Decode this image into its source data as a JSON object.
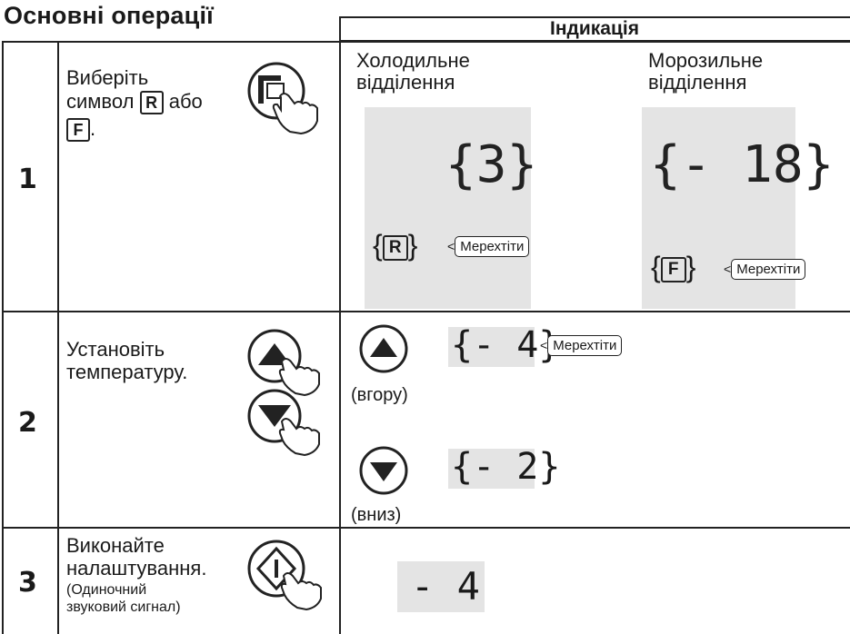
{
  "title": "Основні операції",
  "header": "Індикація",
  "rows": [
    {
      "number": "1",
      "text_line1": "Виберіть",
      "text_line2_a": "символ",
      "symbol_r": "R",
      "text_line2_b": "або",
      "symbol_f": "F",
      "text_line3_suffix": ".",
      "fridge_label_1": "Холодильне",
      "fridge_label_2": "відділення",
      "freezer_label_1": "Морозильне",
      "freezer_label_2": "відділення",
      "fridge_temp": "3",
      "freezer_temp": "- 18",
      "fridge_symbol": "R",
      "freezer_symbol": "F",
      "blink_label": "Мерехтіти"
    },
    {
      "number": "2",
      "text_line1": "Установіть",
      "text_line2": "температуру.",
      "up_caption": "(вгору)",
      "down_caption": "(вниз)",
      "up_value": "- 4",
      "down_value": "- 2",
      "blink_label": "Мерехтіти"
    },
    {
      "number": "3",
      "text_line1": "Виконайте",
      "text_line2": "налаштування.",
      "text_line3": "(Одиночний",
      "text_line4": "звуковий сигнал)",
      "result_value": "- 4"
    }
  ],
  "icons": {
    "select": "select-button-press-icon",
    "up": "up-arrow-button-icon",
    "down": "down-arrow-button-icon",
    "set": "set-button-press-icon"
  }
}
